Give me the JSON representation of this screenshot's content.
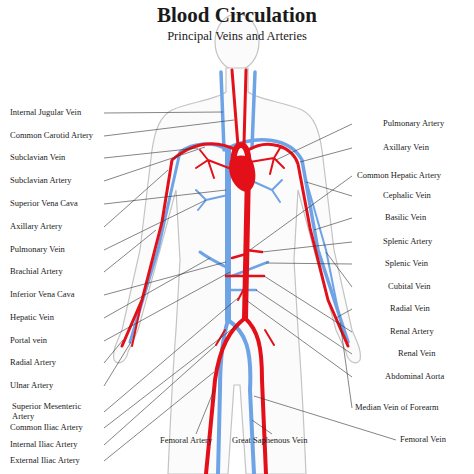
{
  "diagram": {
    "title": "Blood Circulation",
    "labels": [
      "Principal Veins and Arteries",
      "Internal Jugular Vein",
      "Common Carotid Artery",
      "Subclavian Vein",
      "Subclavian Artery",
      "Superior Vena Cava",
      "Axillary Artery",
      "Pulmonary Vein",
      "Brachial Artery",
      "Inferior Vena Cava",
      "Hepatic Vein",
      "Portal vein",
      "Radial Artery",
      "Ulnar Artery",
      "Superior Mesenteric Artery",
      "Common Iliac Artery",
      "Internal Iliac Artery",
      "External Iliac Artery",
      "Pulmonary Artery",
      "Axillary Vein",
      "Common Hepatic Artery",
      "Cephalic Vein",
      "Basilic Vein",
      "Splenic Artery",
      "Splenic Vein",
      "Cubital Vein",
      "Radial Vein",
      "Renal Artery",
      "Renal Vein",
      "Abdominal Aorta",
      "Median Vein of Forearm",
      "Femoral Vein",
      "Femoral Artery",
      "Great Saphenous Vein"
    ]
  }
}
